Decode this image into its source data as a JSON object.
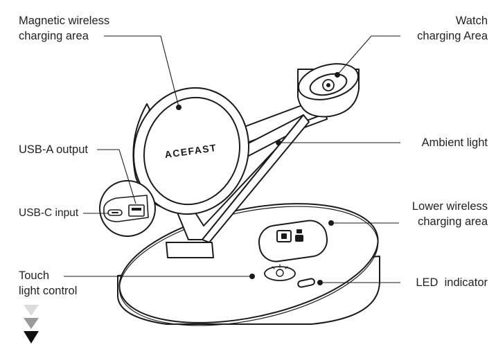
{
  "labels": {
    "magnetic_wireless": [
      "Magnetic wireless",
      "charging area"
    ],
    "watch_charging": [
      "Watch",
      "charging Area"
    ],
    "usb_a_output": "USB-A output",
    "usb_c_input": "USB-C input",
    "ambient_light": "Ambient light",
    "lower_wireless": [
      "Lower wireless",
      "charging area"
    ],
    "touch_light_control": [
      "Touch",
      "light control"
    ],
    "led_indicator": "LED  indicator"
  },
  "brand": "ACEFAST",
  "colors": {
    "line": "#1a1a1a",
    "text": "#222222",
    "arrow_light": "#dcdcdc",
    "arrow_mid": "#9a9a9a",
    "arrow_dark": "#111111"
  },
  "icons": [
    "usb-c-port-icon",
    "usb-a-port-icon",
    "touch-light-icon",
    "phone-watch-charging-icon",
    "watch-puck-icon",
    "down-arrow-icon"
  ]
}
